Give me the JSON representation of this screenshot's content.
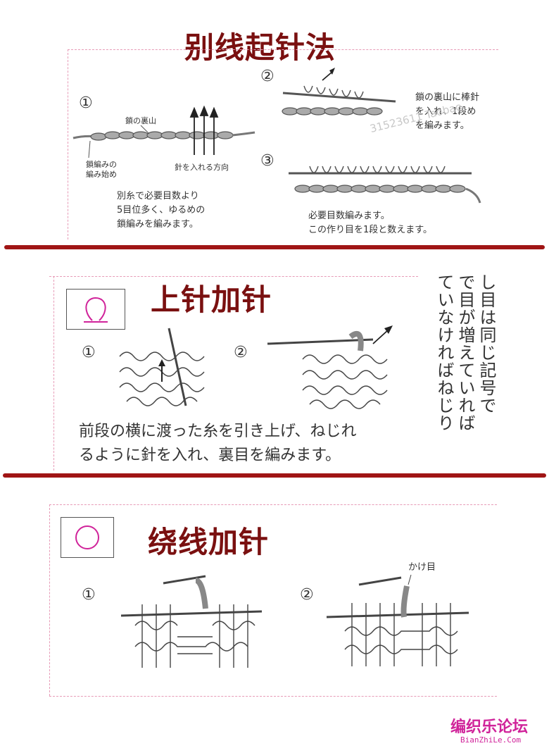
{
  "sections": {
    "cast_on": {
      "title": "别线起针法",
      "steps": [
        "①",
        "②",
        "③"
      ],
      "label_chain_back": "鎖の裏山",
      "label_chain_start_l1": "鎖編みの",
      "label_chain_start_l2": "編み始め",
      "label_direction": "針を入れる方向",
      "caption1_l1": "別糸で必要目数より",
      "caption1_l2": "5目位多く、ゆるめの",
      "caption1_l3": "鎖編みを編みます。",
      "caption2_l1": "鎖の裏山に棒針",
      "caption2_l2": "を入れ、1段め",
      "caption2_l3": "を編みます。",
      "caption3_l1": "必要目数編みます。",
      "caption3_l2": "この作り目を1段と数えます。",
      "watermark": "31523611 Taobao"
    },
    "purl_increase": {
      "title": "上针加针",
      "steps": [
        "①",
        "②"
      ],
      "caption_l1": "前段の横に渡った糸を引き上げ、ねじれ",
      "caption_l2": "るように針を入れ、裏目を編みます。",
      "vertical_col1": "し目は同じ記号で",
      "vertical_col2": "で目が増えていれば",
      "vertical_col3": "ていなければねじり"
    },
    "yarn_over": {
      "title": "绕线加针",
      "steps": [
        "①",
        "②"
      ],
      "label_yo": "かけ目"
    }
  },
  "footer": {
    "brand": "编织乐论坛",
    "url": "BianZhiLe.Com"
  },
  "colors": {
    "title": "#7a1010",
    "divider": "#a01515",
    "dash": "#e79bb7",
    "brand": "#d0239a",
    "symbol": "#d0239a"
  }
}
